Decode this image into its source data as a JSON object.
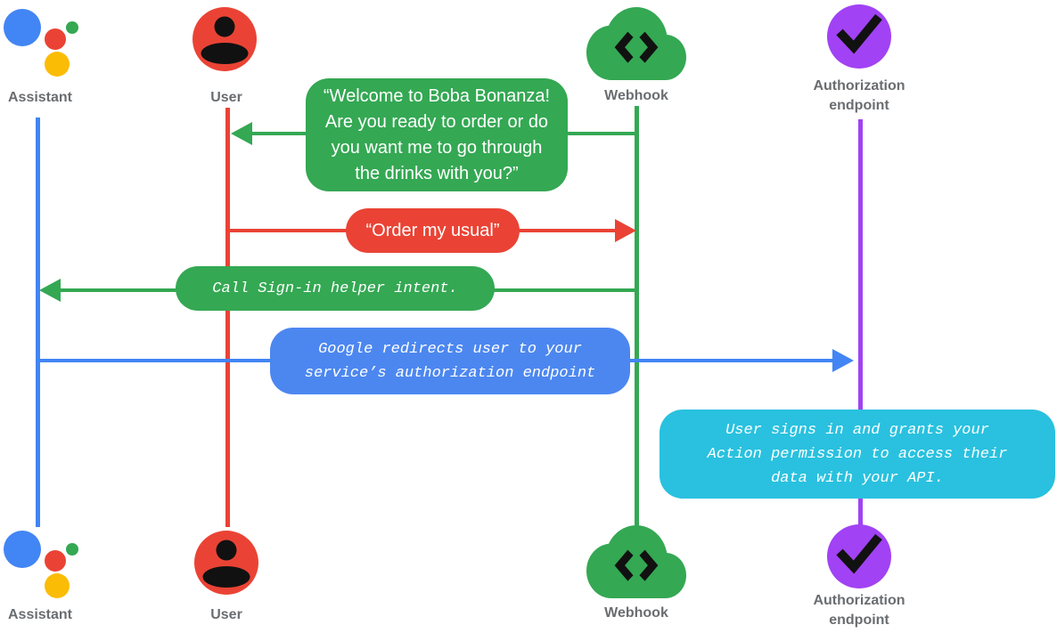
{
  "diagram_title": "Assistant account linking sign-in sequence",
  "colors": {
    "background": "#FFFFFF",
    "assistant_blue": "#4285F4",
    "user_red": "#EA4335",
    "webhook_green": "#34A853",
    "authorization_purple": "#A142F4",
    "note_cyan": "#29C1DF",
    "redirect_blue_bubble": "#4C87F0",
    "label_gray": "#6A6D70",
    "icon_glyph_black": "#111111",
    "assistant_logo_yellow": "#FBBC05"
  },
  "actors": {
    "assistant": {
      "label": "Assistant"
    },
    "user": {
      "label": "User"
    },
    "webhook": {
      "label": "Webhook"
    },
    "authorization": {
      "label": "Authorization\nendpoint"
    }
  },
  "messages": {
    "welcome": {
      "from": "Webhook",
      "to": "User",
      "direction": "left",
      "text": "“Welcome to Boba Bonanza!\nAre you ready to order or do\nyou want me to go through\nthe drinks with you?”"
    },
    "order": {
      "from": "User",
      "to": "Webhook",
      "direction": "right",
      "text": "“Order my usual”"
    },
    "signin": {
      "from": "Webhook",
      "to": "Assistant",
      "direction": "left",
      "text": "Call Sign-in helper intent."
    },
    "redirect": {
      "from": "Assistant",
      "to": "Authorization endpoint",
      "direction": "right",
      "text": "Google redirects user to your\nservice’s authorization endpoint"
    },
    "grant": {
      "on": "Authorization endpoint",
      "text": "User signs in and grants your\nAction permission to access their\ndata with your API."
    }
  }
}
